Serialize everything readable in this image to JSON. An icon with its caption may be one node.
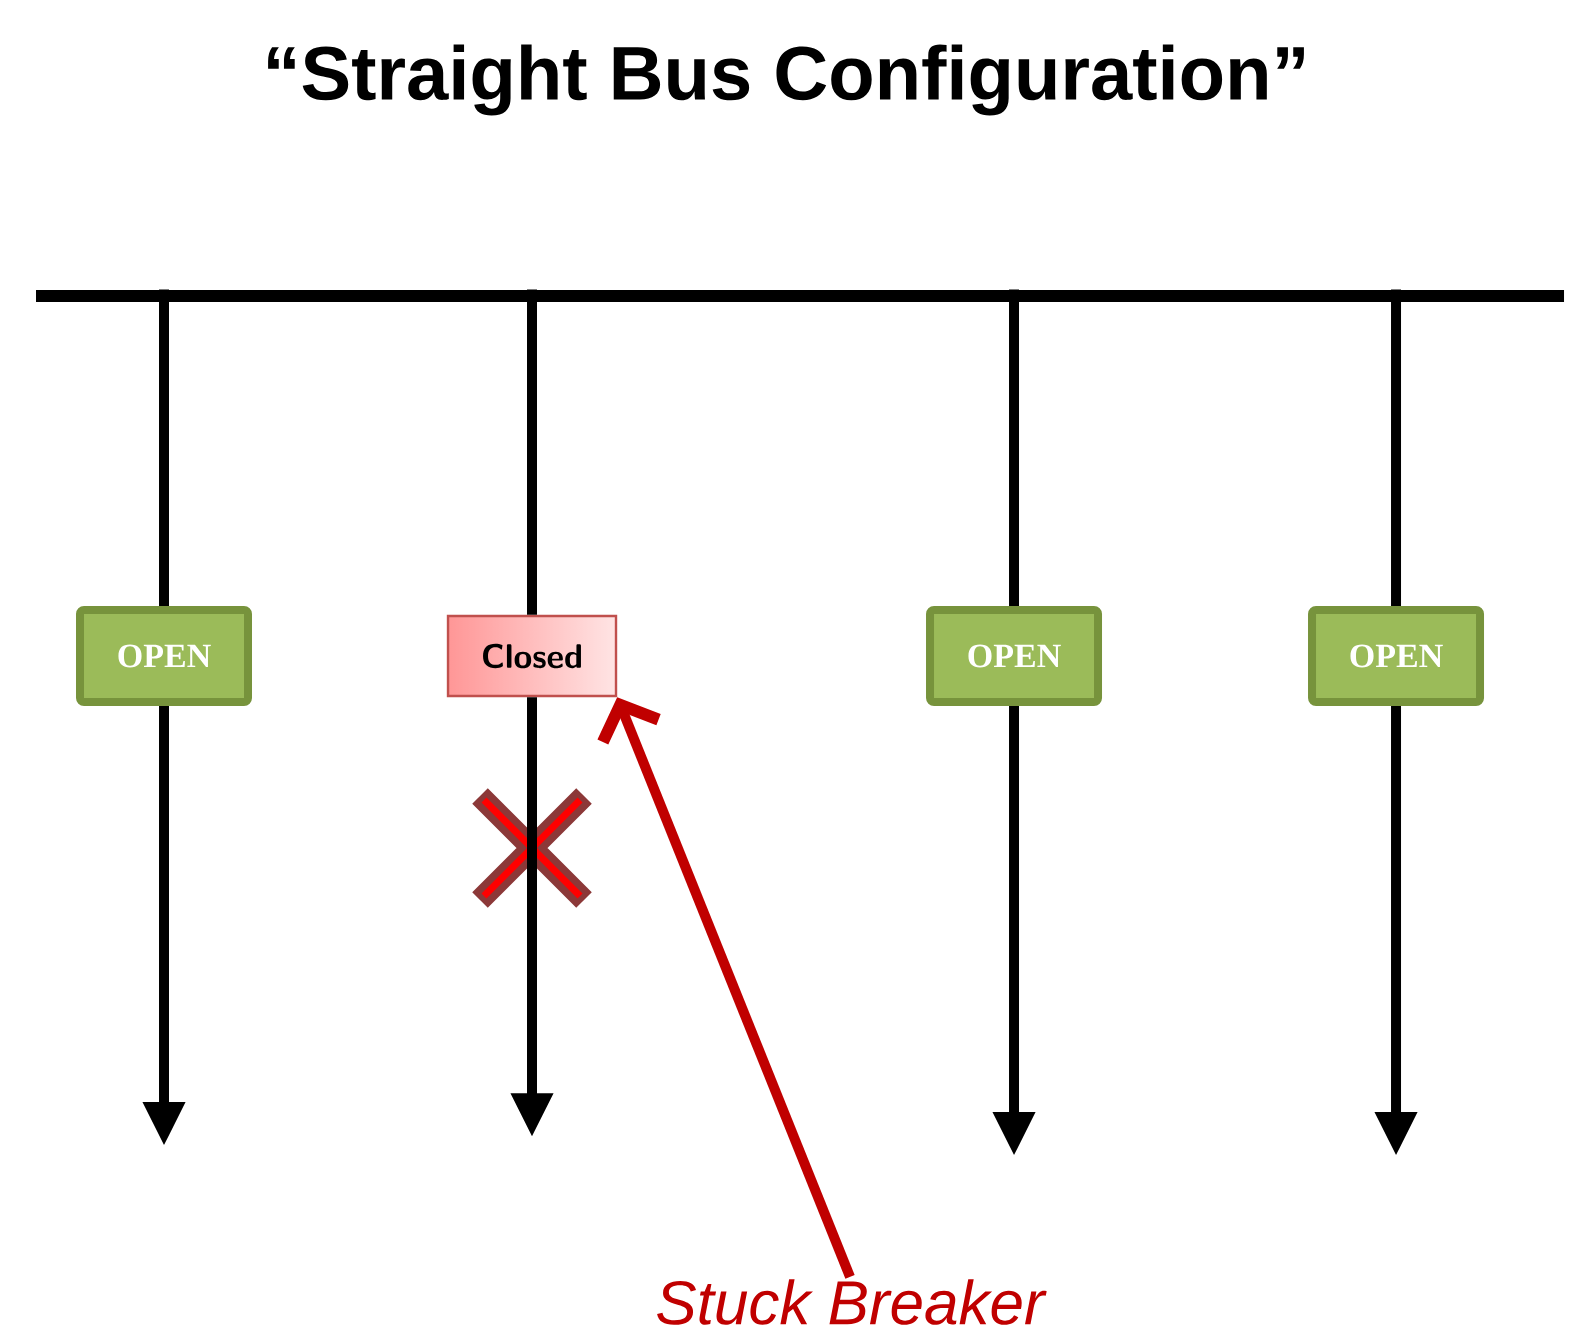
{
  "diagram": {
    "title": "“Straight Bus Configuration”",
    "nodes": [
      {
        "text": [],
        "shape": "bar"
      },
      {
        "text": [
          "OPEN"
        ]
      },
      {
        "text": [
          "Closed"
        ]
      },
      {
        "text": [
          "OPEN"
        ]
      },
      {
        "text": [
          "OPEN"
        ]
      },
      {
        "text": [
          "Stuck Breaker"
        ]
      }
    ],
    "edges": [
      {
        "from": 0,
        "to": 1,
        "arrow": "none"
      },
      {
        "from": 0,
        "to": 2,
        "arrow": "none"
      },
      {
        "from": 0,
        "to": 3,
        "arrow": "none"
      },
      {
        "from": 0,
        "to": 4,
        "arrow": "none"
      },
      {
        "from": 1,
        "to": null,
        "arrow": "to"
      },
      {
        "from": 2,
        "to": null,
        "arrow": "to"
      },
      {
        "from": 3,
        "to": null,
        "arrow": "to"
      },
      {
        "from": 4,
        "to": null,
        "arrow": "to"
      },
      {
        "from": 5,
        "to": 2,
        "arrow": "to",
        "color": "#c00000"
      }
    ]
  }
}
